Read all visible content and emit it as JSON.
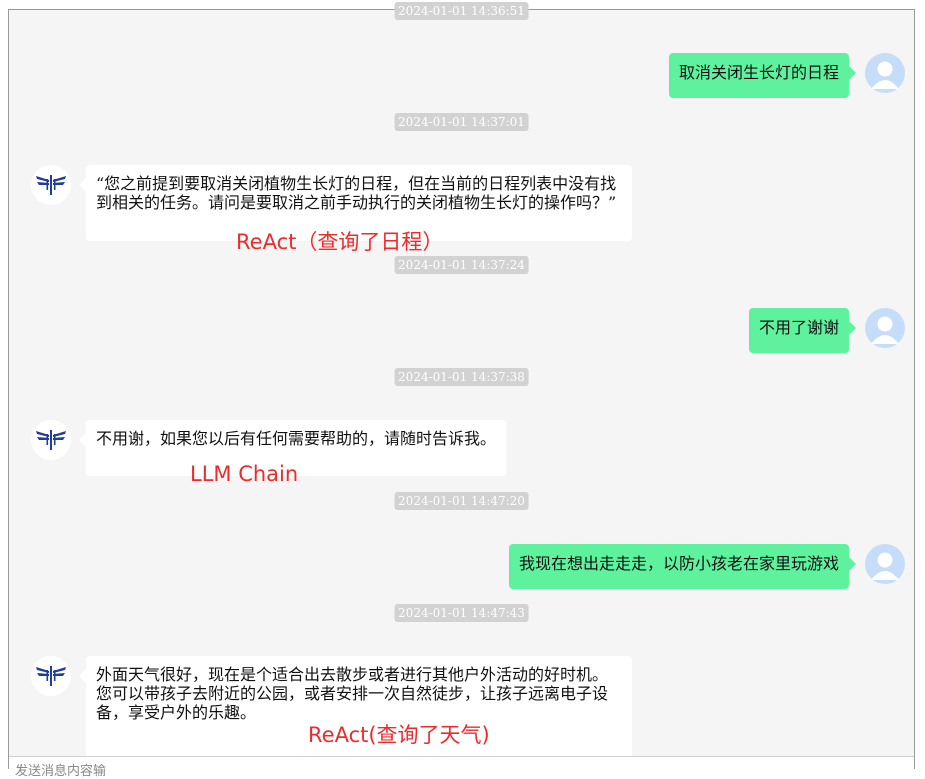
{
  "timestamps": [
    "2024-01-01 14:36:51",
    "2024-01-01 14:37:01",
    "2024-01-01 14:37:24",
    "2024-01-01 14:37:38",
    "2024-01-01 14:47:20",
    "2024-01-01 14:47:43"
  ],
  "messages": [
    {
      "role": "user",
      "text": "取消关闭生长灯的日程"
    },
    {
      "role": "bot",
      "text": "“您之前提到要取消关闭植物生长灯的日程，但在当前的日程列表中没有找到相关的任务。请问是要取消之前手动执行的关闭植物生长灯的操作吗？”"
    },
    {
      "role": "user",
      "text": "不用了谢谢"
    },
    {
      "role": "bot",
      "text": "不用谢，如果您以后有任何需要帮助的，请随时告诉我。"
    },
    {
      "role": "user",
      "text": "我现在想出走走走，以防小孩老在家里玩游戏"
    },
    {
      "role": "bot",
      "text": "外面天气很好，现在是个适合出去散步或者进行其他户外活动的好时机。您可以带孩子去附近的公园，或者安排一次自然徒步，让孩子远离电子设备，享受户外的乐趣。"
    }
  ],
  "annotations": [
    "ReAct（查询了日程）",
    "LLM Chain",
    "ReAct(查询了天气)"
  ],
  "input": {
    "placeholder": "发送消息内容输"
  },
  "colors": {
    "user_bubble": "#5ef29e",
    "bot_bubble": "#ffffff",
    "annotation": "#ee2b2b",
    "timestamp_bg": "#d2d2d2",
    "bot_logo": "#1f3d99"
  },
  "icons": {
    "user_avatar": "user-avatar-icon",
    "bot_avatar": "dragonfly-logo-icon"
  }
}
